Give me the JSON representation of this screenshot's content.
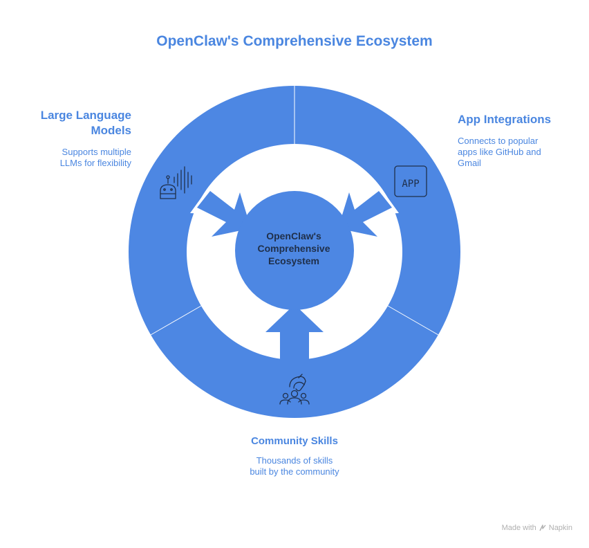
{
  "title": "OpenClaw's Comprehensive Ecosystem",
  "center": {
    "line1": "OpenClaw's",
    "line2": "Comprehensive",
    "line3": "Ecosystem"
  },
  "segments": [
    {
      "title_line1": "Large Language",
      "title_line2": "Models",
      "desc_line1": "Supports multiple",
      "desc_line2": "LLMs for flexibility",
      "icon": "robot-voice-icon"
    },
    {
      "title": "App Integrations",
      "desc_line1": "Connects to popular",
      "desc_line2": "apps like GitHub and",
      "desc_line3": "Gmail",
      "icon": "app-icon",
      "icon_text": "APP"
    },
    {
      "title": "Community Skills",
      "desc_line1": "Thousands of skills",
      "desc_line2": "built by the community",
      "icon": "community-hands-icon"
    }
  ],
  "footer": {
    "made_with": "Made with",
    "brand": "Napkin"
  },
  "colors": {
    "primary": "#4a86e0",
    "ring": "#4d87e3",
    "center_text": "#1f2f4a",
    "footer": "#b0b0b0"
  }
}
